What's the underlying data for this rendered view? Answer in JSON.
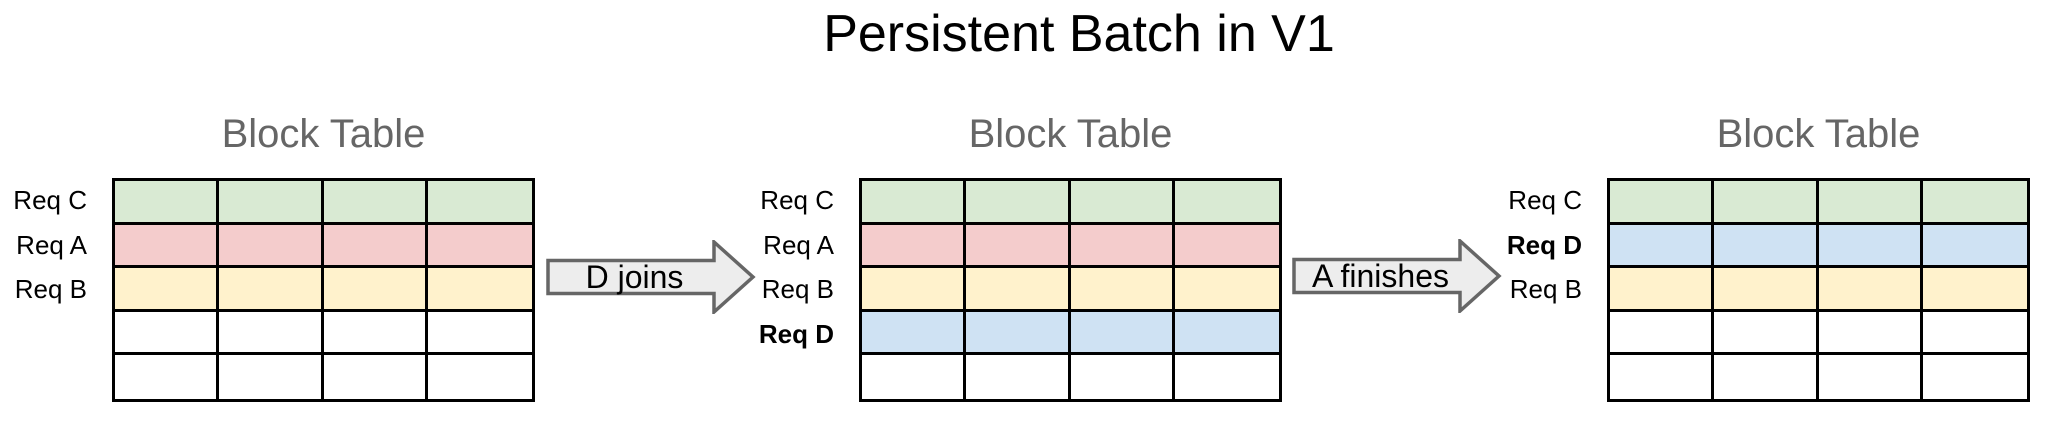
{
  "title": "Persistent Batch in V1",
  "colors": {
    "green": "#d9ead3",
    "red": "#f4cccc",
    "yellow": "#fff2cc",
    "blue": "#cfe2f3",
    "white": "#ffffff",
    "arrow_fill": "#ededed",
    "arrow_stroke": "#666666",
    "heading_gray": "#666666",
    "border_black": "#000000"
  },
  "tables": [
    {
      "title": "Block Table",
      "columns": 4,
      "rows": [
        {
          "label": "Req C",
          "color": "green",
          "bold": false
        },
        {
          "label": "Req A",
          "color": "red",
          "bold": false
        },
        {
          "label": "Req B",
          "color": "yellow",
          "bold": false
        },
        {
          "label": "",
          "color": "white",
          "bold": false
        },
        {
          "label": "",
          "color": "white",
          "bold": false
        }
      ]
    },
    {
      "title": "Block Table",
      "columns": 4,
      "rows": [
        {
          "label": "Req C",
          "color": "green",
          "bold": false
        },
        {
          "label": "Req A",
          "color": "red",
          "bold": false
        },
        {
          "label": "Req B",
          "color": "yellow",
          "bold": false
        },
        {
          "label": "Req D",
          "color": "blue",
          "bold": true
        },
        {
          "label": "",
          "color": "white",
          "bold": false
        }
      ]
    },
    {
      "title": "Block Table",
      "columns": 4,
      "rows": [
        {
          "label": "Req C",
          "color": "green",
          "bold": false
        },
        {
          "label": "Req D",
          "color": "blue",
          "bold": true
        },
        {
          "label": "Req B",
          "color": "yellow",
          "bold": false
        },
        {
          "label": "",
          "color": "white",
          "bold": false
        },
        {
          "label": "",
          "color": "white",
          "bold": false
        }
      ]
    }
  ],
  "arrows": [
    {
      "label": "D joins"
    },
    {
      "label": "A finishes"
    }
  ]
}
